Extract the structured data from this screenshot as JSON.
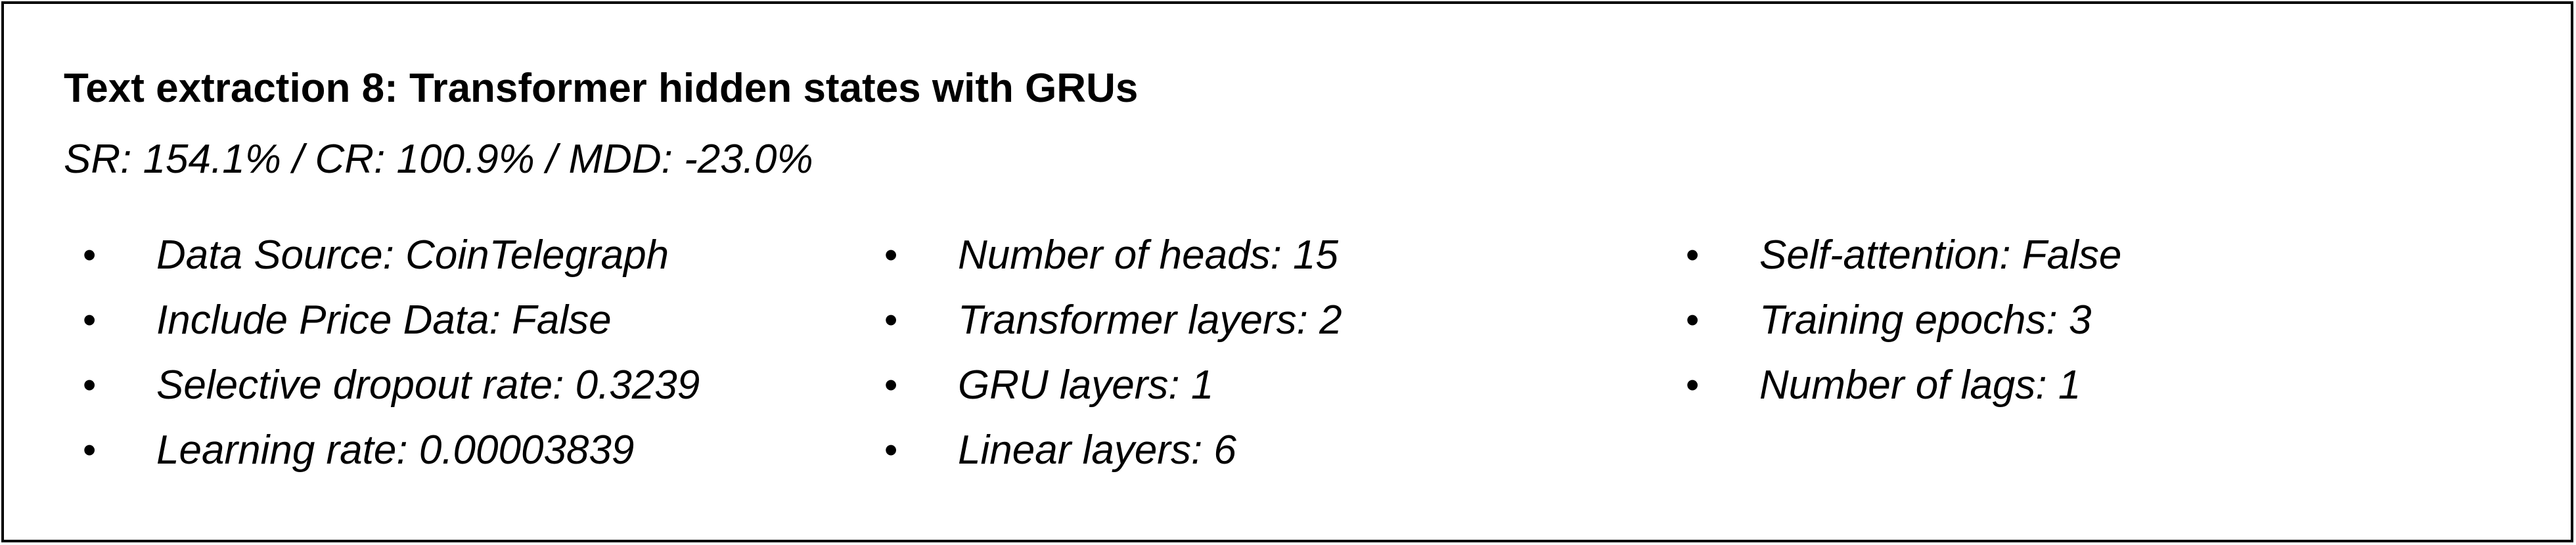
{
  "card": {
    "title": "Text extraction 8: Transformer hidden states with GRUs",
    "metrics": "SR: 154.1% / CR: 100.9% / MDD: -23.0%",
    "bullet_glyph": "•",
    "columns": [
      {
        "items": [
          "Data Source: CoinTelegraph",
          "Include Price Data: False",
          "Selective dropout rate: 0.3239",
          "Learning rate: 0.00003839"
        ]
      },
      {
        "items": [
          "Number of heads: 15",
          "Transformer layers: 2",
          "GRU layers: 1",
          "Linear layers: 6"
        ]
      },
      {
        "items": [
          "Self-attention: False",
          "Training epochs: 3",
          "Number of lags: 1"
        ]
      }
    ]
  }
}
